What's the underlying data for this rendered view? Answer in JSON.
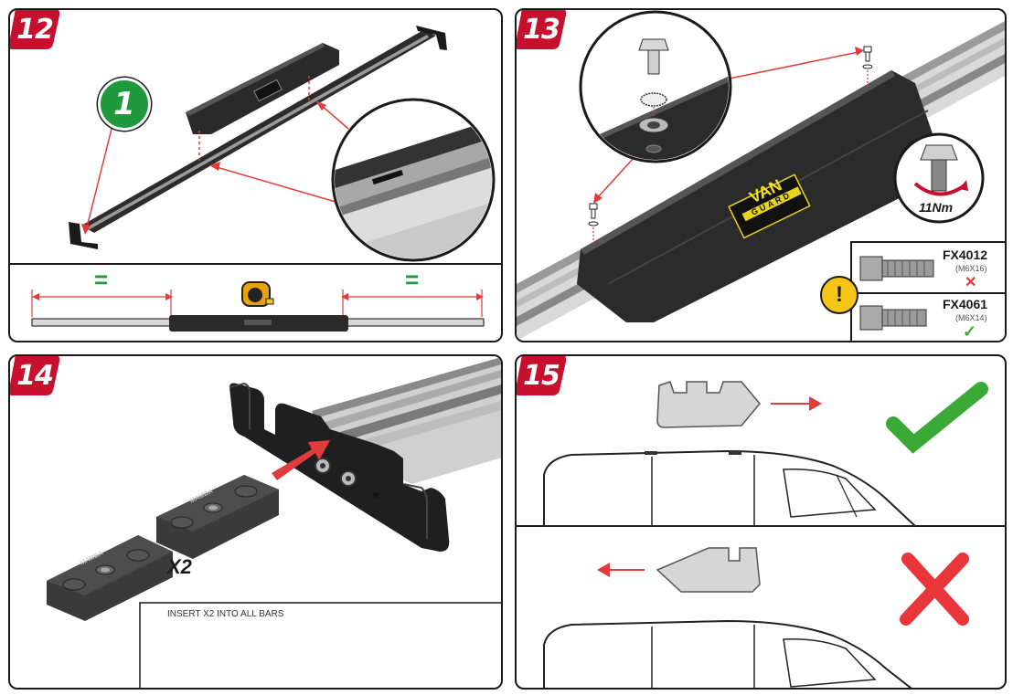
{
  "steps": {
    "s12": {
      "number": "12",
      "callout": "1",
      "equal_left": "=",
      "equal_right": "="
    },
    "s13": {
      "number": "13",
      "torque": "11Nm",
      "brand_top": "VAN",
      "brand_bottom": "GUARD",
      "bolts": [
        {
          "code": "FX4012",
          "size": "(M6X16)",
          "status": "wrong"
        },
        {
          "code": "FX4061",
          "size": "(M6X14)",
          "status": "correct"
        }
      ]
    },
    "s14": {
      "number": "14",
      "multiplier": "X2",
      "note": "INSERT X2 INTO ALL BARS",
      "block_marking": "MAMBA"
    },
    "s15": {
      "number": "15"
    }
  },
  "colors": {
    "badge_red": "#c8102e",
    "callout_green": "#1e9a3c",
    "arrow_red": "#e23b3b",
    "check_green": "#3aa935",
    "cross_red": "#e8363a",
    "warning_yellow": "#f5c518"
  }
}
